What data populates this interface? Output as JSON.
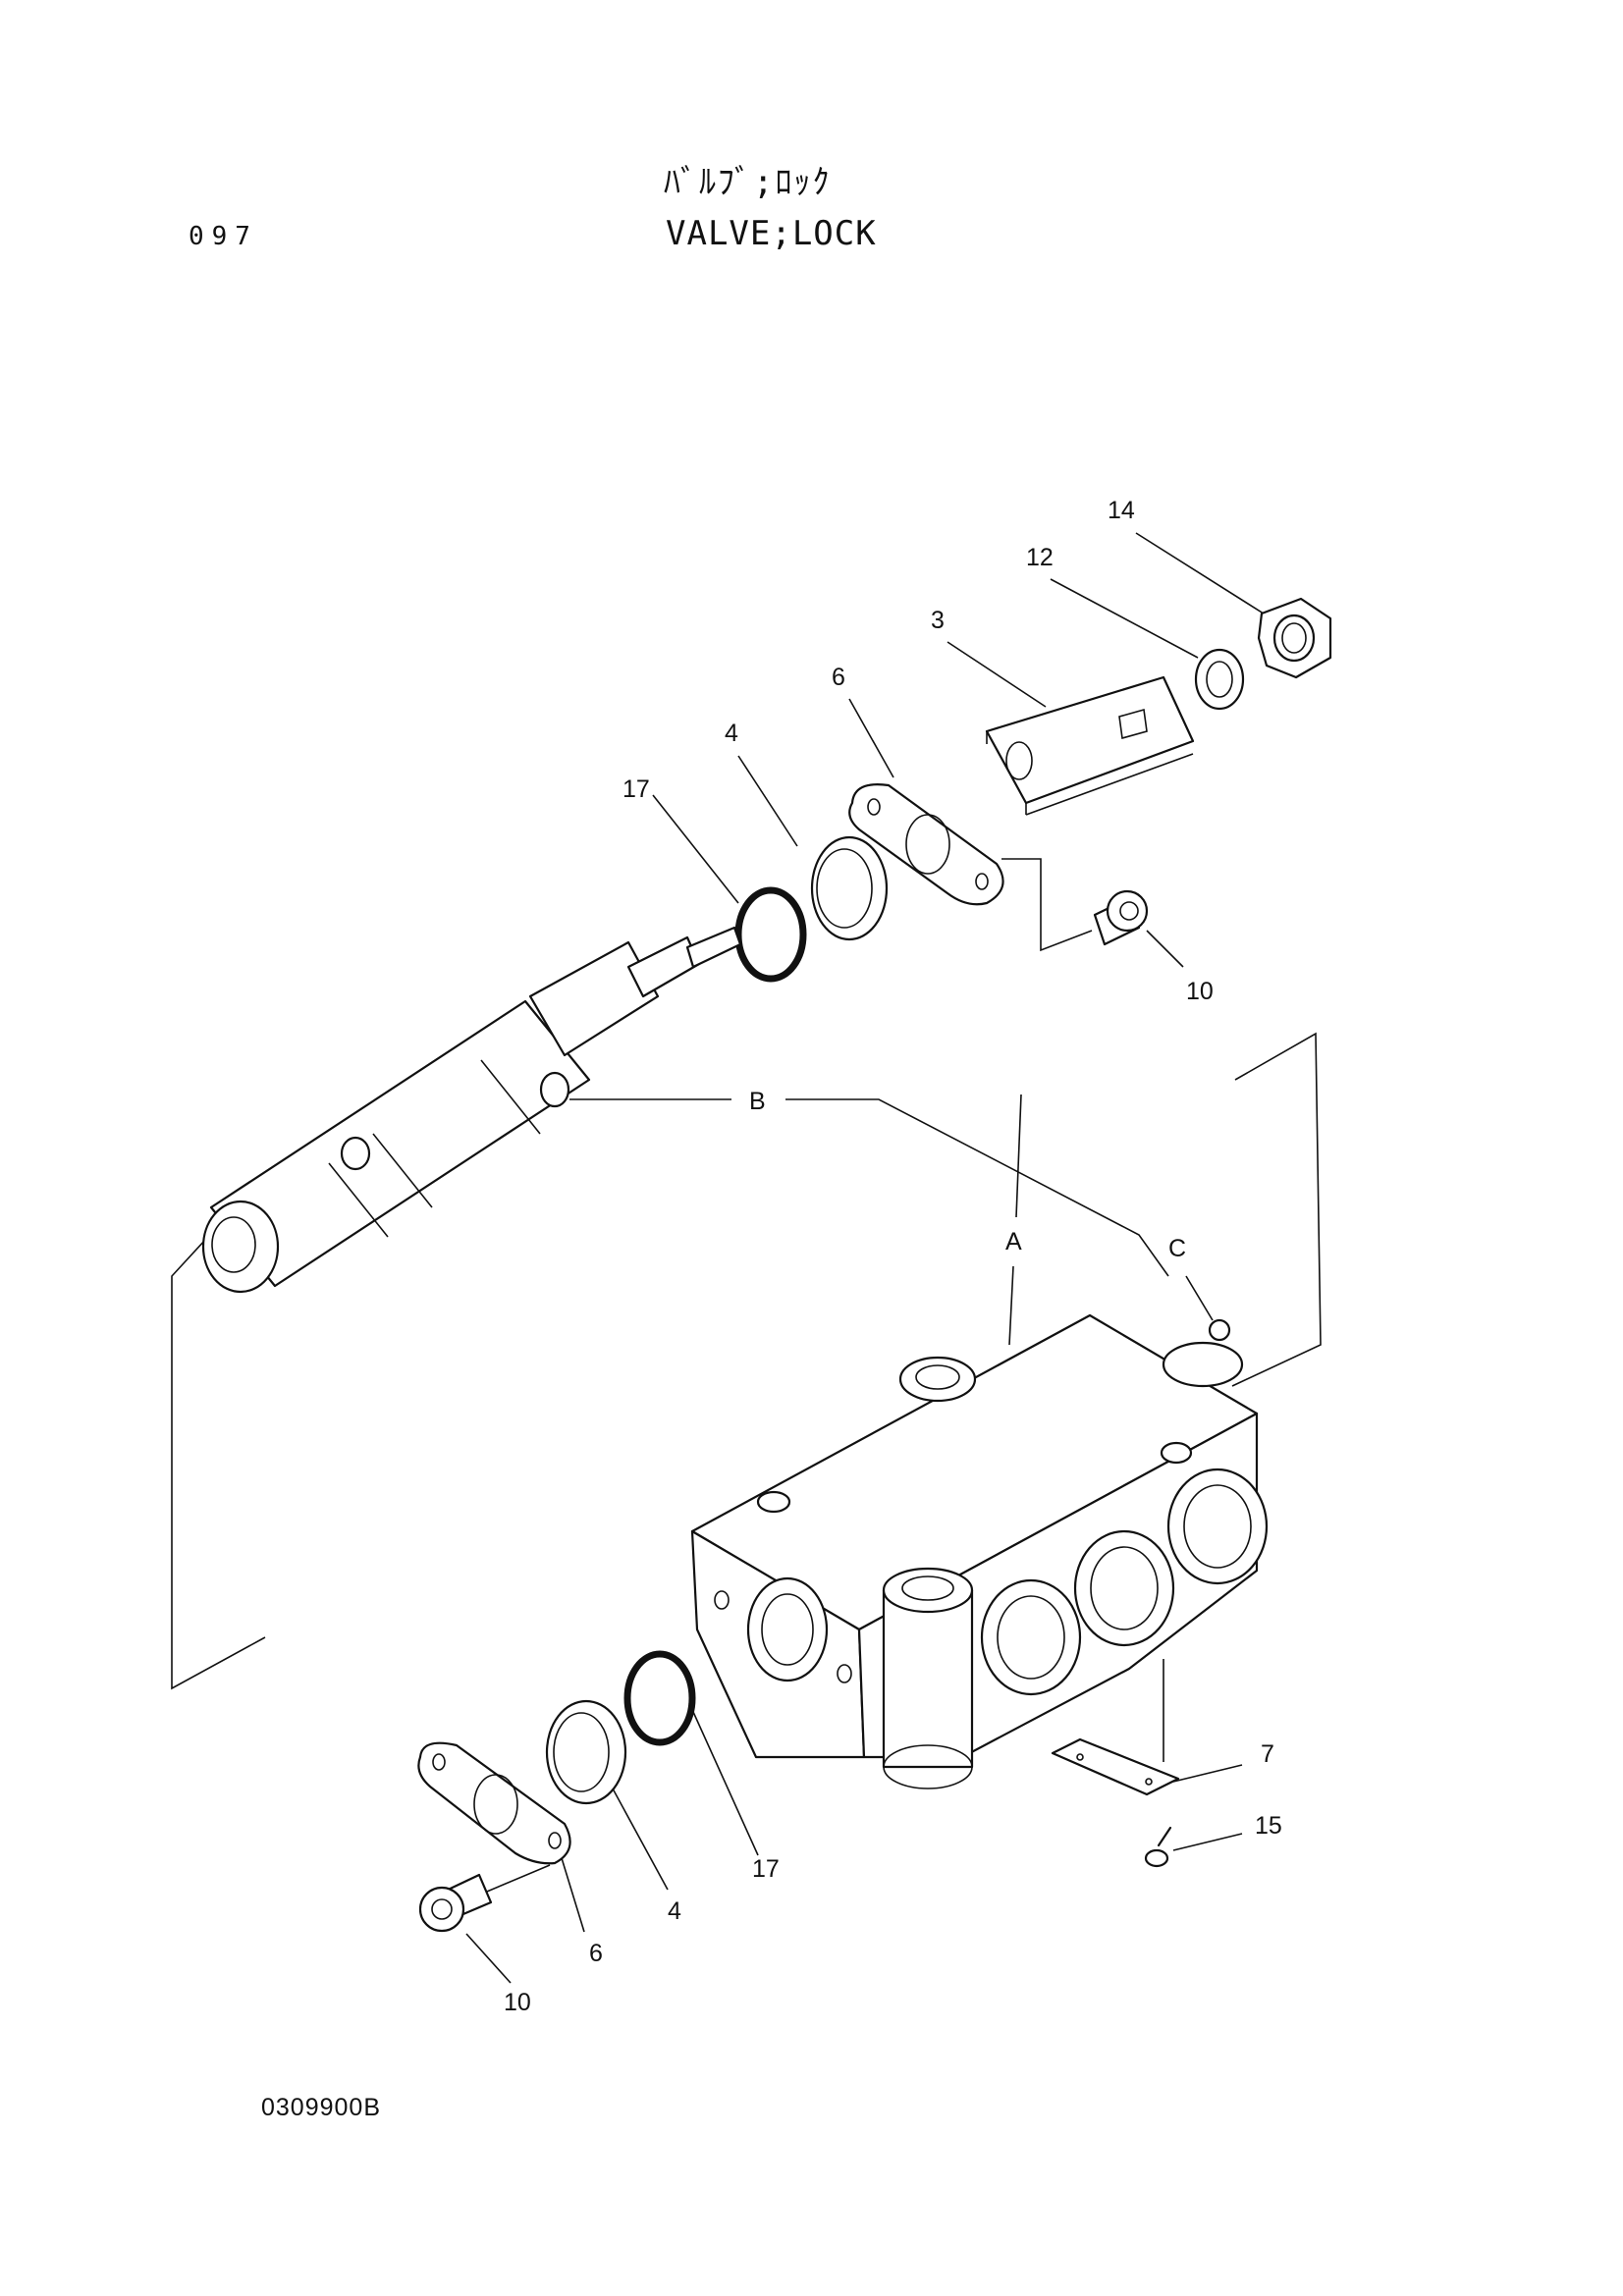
{
  "header": {
    "title_jp": "ﾊﾞﾙﾌﾞ;ﾛｯｸ",
    "title_en": "VALVE;LOCK",
    "page_number": "097"
  },
  "footer": {
    "drawing_number": "0309900B"
  },
  "callouts": {
    "c14": "14",
    "c12": "12",
    "c3": "3",
    "c6_top": "6",
    "c4_top": "4",
    "c17_top": "17",
    "c10_top": "10",
    "cB": "B",
    "cA": "A",
    "cC": "C",
    "c7": "7",
    "c15": "15",
    "c17_bottom": "17",
    "c4_bottom": "4",
    "c6_bottom": "6",
    "c10_bottom": "10"
  }
}
